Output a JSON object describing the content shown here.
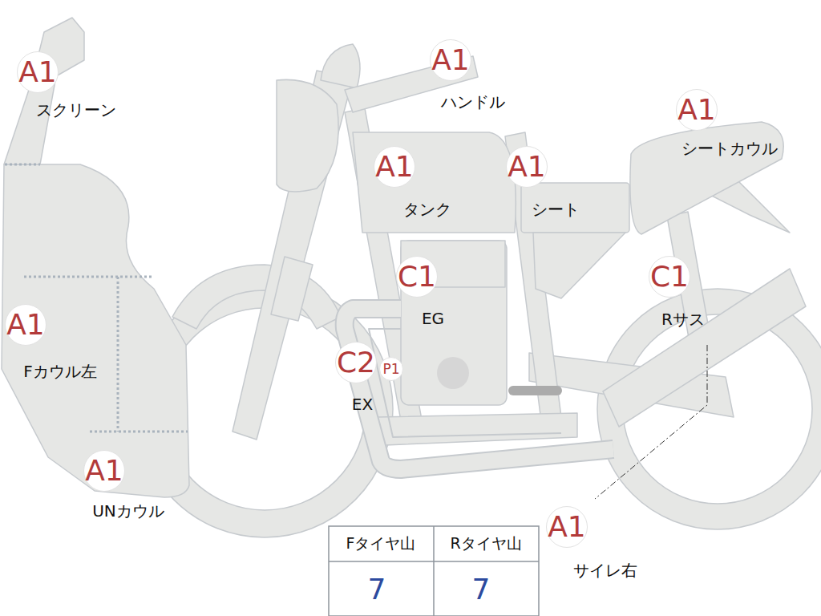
{
  "diagram": {
    "nodes": [
      {
        "text": [
          "A1",
          "スクリーン"
        ]
      },
      {
        "text": [
          "A1",
          "ハンドル"
        ]
      },
      {
        "text": [
          "A1",
          "シートカウル"
        ]
      },
      {
        "text": [
          "A1",
          "タンク"
        ]
      },
      {
        "text": [
          "A1",
          "シート"
        ]
      },
      {
        "text": [
          "C1",
          "EG"
        ]
      },
      {
        "text": [
          "C1",
          "Rサス"
        ]
      },
      {
        "text": [
          "A1",
          "Fカウル左"
        ]
      },
      {
        "text": [
          "C2",
          "EX"
        ]
      },
      {
        "text": [
          "P1"
        ]
      },
      {
        "text": [
          "A1",
          "UNカウル"
        ]
      },
      {
        "text": [
          "A1",
          "サイレ右"
        ]
      }
    ],
    "labels": [
      "Fタイヤ山",
      "Rタイヤ山",
      "7",
      "7"
    ]
  }
}
